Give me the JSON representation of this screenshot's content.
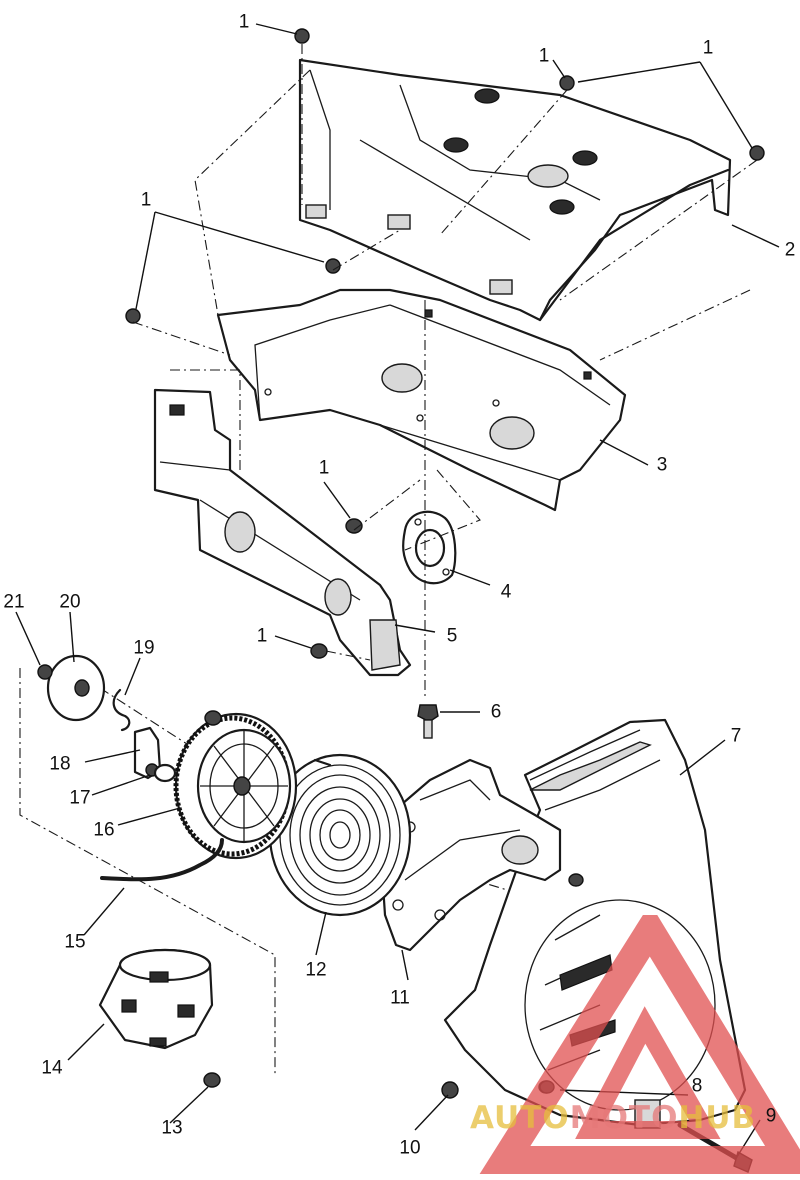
{
  "diagram": {
    "callouts": [
      {
        "id": "c1a",
        "label": "1"
      },
      {
        "id": "c1b",
        "label": "1"
      },
      {
        "id": "c1c",
        "label": "1"
      },
      {
        "id": "c1d",
        "label": "1"
      },
      {
        "id": "c1e",
        "label": "1"
      },
      {
        "id": "c2",
        "label": "2"
      },
      {
        "id": "c3",
        "label": "3"
      },
      {
        "id": "c4",
        "label": "4"
      },
      {
        "id": "c5",
        "label": "5"
      },
      {
        "id": "c6",
        "label": "6"
      },
      {
        "id": "c7",
        "label": "7"
      },
      {
        "id": "c8",
        "label": "8"
      },
      {
        "id": "c9",
        "label": "9"
      },
      {
        "id": "c10",
        "label": "10"
      },
      {
        "id": "c11",
        "label": "11"
      },
      {
        "id": "c12",
        "label": "12"
      },
      {
        "id": "c13",
        "label": "13"
      },
      {
        "id": "c14",
        "label": "14"
      },
      {
        "id": "c15",
        "label": "15"
      },
      {
        "id": "c16",
        "label": "16"
      },
      {
        "id": "c17",
        "label": "17"
      },
      {
        "id": "c18",
        "label": "18"
      },
      {
        "id": "c19",
        "label": "19"
      },
      {
        "id": "c20",
        "label": "20"
      },
      {
        "id": "c21",
        "label": "21"
      }
    ]
  },
  "watermark": {
    "text_part1": "AUTO",
    "text_part2": "MOTO",
    "text_part3": "HUB",
    "triangle_color": "#e05050",
    "text_color": "#e6be3c"
  }
}
